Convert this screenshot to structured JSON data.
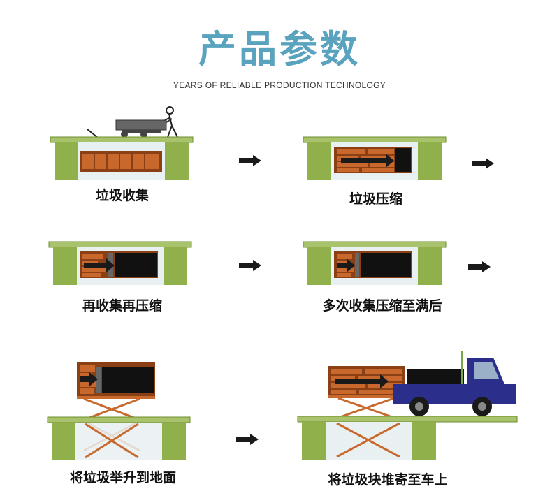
{
  "header": {
    "title": "产品参数",
    "subtitle": "YEARS OF RELIABLE PRODUCTION TECHNOLOGY"
  },
  "steps": [
    {
      "caption": "垃圾收集"
    },
    {
      "caption": "垃圾压缩"
    },
    {
      "caption": "再收集再压缩"
    },
    {
      "caption": "多次收集压缩至满后"
    },
    {
      "caption": "将垃圾举升到地面"
    },
    {
      "caption": "将垃圾块堆寄至车上"
    }
  ],
  "colors": {
    "title": "#5aa3bf",
    "platform_green": "#a9c26c",
    "platform_dark": "#6f8d2e",
    "pillar_green": "#8fb04a",
    "brick": "#c8682d",
    "brick_dark": "#8b3f14",
    "scissor": "#c8692e",
    "pit_bg": "#e9f0f1",
    "truck_blue": "#2b2e8a",
    "arrow": "#1a1a1a"
  },
  "icons": [
    "arrow-right-icon",
    "cart-icon",
    "person-icon",
    "truck-icon"
  ]
}
